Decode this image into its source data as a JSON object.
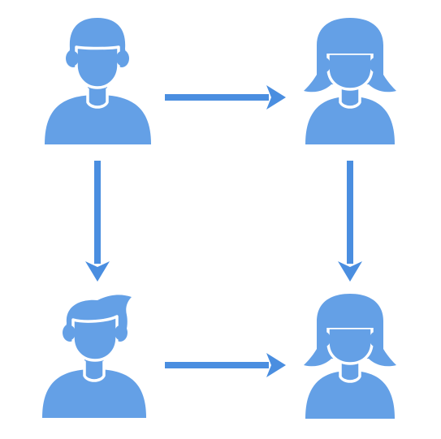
{
  "colors": {
    "person": "#64a0e6",
    "face_outline": "#ffffff",
    "arrow": "#4a8ee0",
    "background": "#ffffff"
  },
  "nodes": [
    {
      "id": "top-left",
      "icon": "man-short-hair-icon"
    },
    {
      "id": "top-right",
      "icon": "woman-bob-hair-icon"
    },
    {
      "id": "bottom-left",
      "icon": "man-quiff-hair-icon"
    },
    {
      "id": "bottom-right",
      "icon": "woman-bob-hair-icon"
    }
  ],
  "edges": [
    {
      "from": "top-left",
      "to": "top-right",
      "direction": "right"
    },
    {
      "from": "top-left",
      "to": "bottom-left",
      "direction": "down"
    },
    {
      "from": "top-right",
      "to": "bottom-right",
      "direction": "down"
    },
    {
      "from": "bottom-left",
      "to": "bottom-right",
      "direction": "right"
    }
  ]
}
